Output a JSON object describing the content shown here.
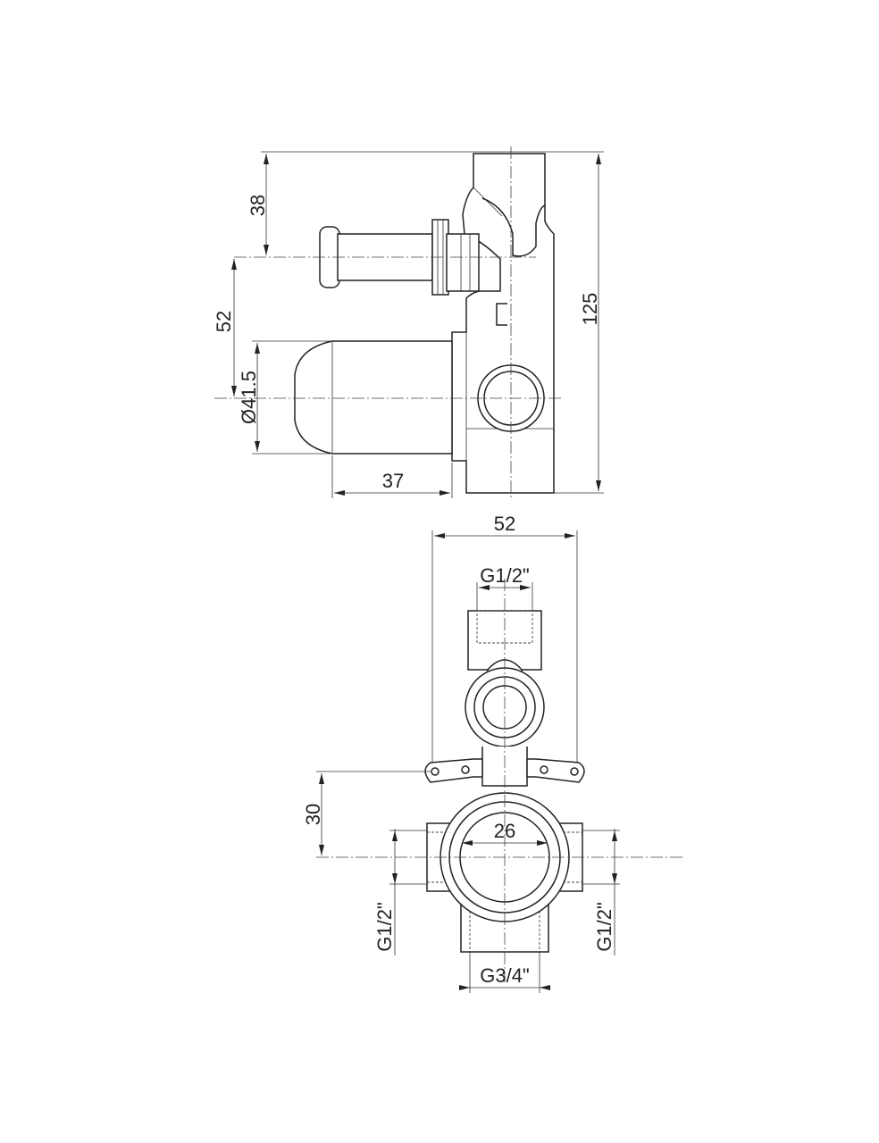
{
  "side_view": {
    "dim_top_height": "38",
    "dim_mid_height": "52",
    "dim_diameter": "Ø41.5",
    "dim_depth": "37",
    "dim_total_height": "125"
  },
  "front_view": {
    "dim_width": "52",
    "dim_top_thread": "G1/2\"",
    "dim_offset": "30",
    "dim_inner_diameter": "26",
    "dim_left_thread": "G1/2\"",
    "dim_right_thread": "G1/2\"",
    "dim_bottom_thread": "G3/4\""
  }
}
